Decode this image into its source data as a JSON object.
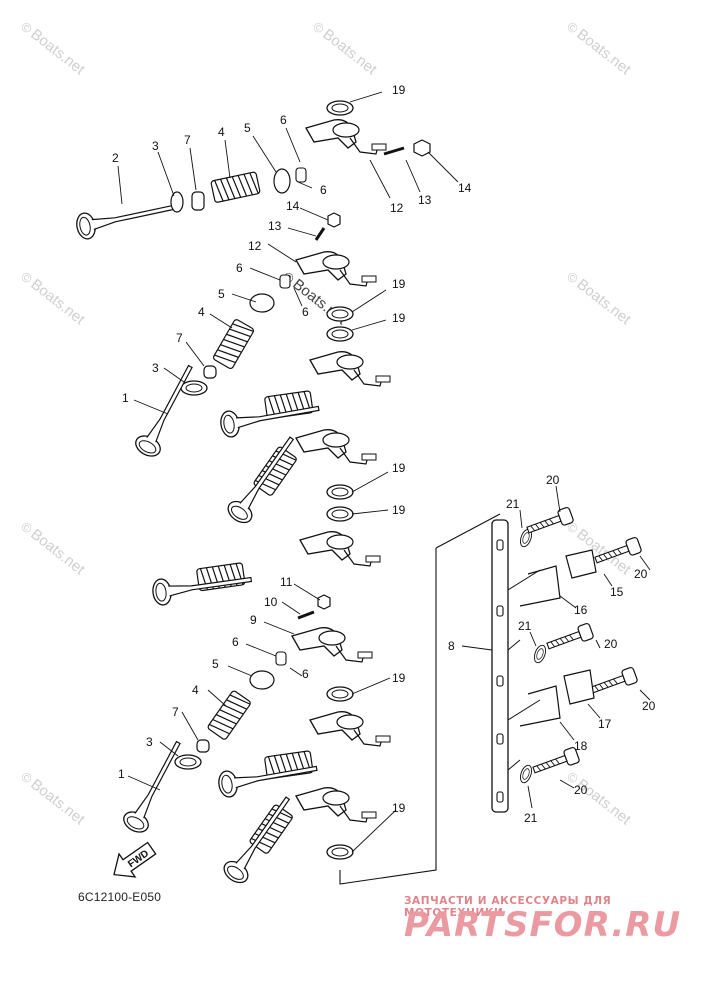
{
  "watermark": "Boats.net",
  "watermark_symbol": "©",
  "diagram_code": "6C12100-E050",
  "fwd_label": "FWD",
  "brand": {
    "subtitle": "ЗАПЧАСТИ И АКСЕССУАРЫ ДЛЯ МОТОТЕХНИКИ",
    "name": "PARTSFOR.RU"
  },
  "callouts": {
    "c1": "1",
    "c2": "2",
    "c3": "3",
    "c4": "4",
    "c5": "5",
    "c6": "6",
    "c7": "7",
    "c8": "8",
    "c9": "9",
    "c10": "10",
    "c11": "11",
    "c12": "12",
    "c13": "13",
    "c14": "14",
    "c15": "15",
    "c16": "16",
    "c17": "17",
    "c18": "18",
    "c19": "19",
    "c20": "20",
    "c21": "21"
  },
  "colors": {
    "line": "#111111",
    "watermark": "#cfcfcf",
    "brand": "#ea9aa0"
  }
}
